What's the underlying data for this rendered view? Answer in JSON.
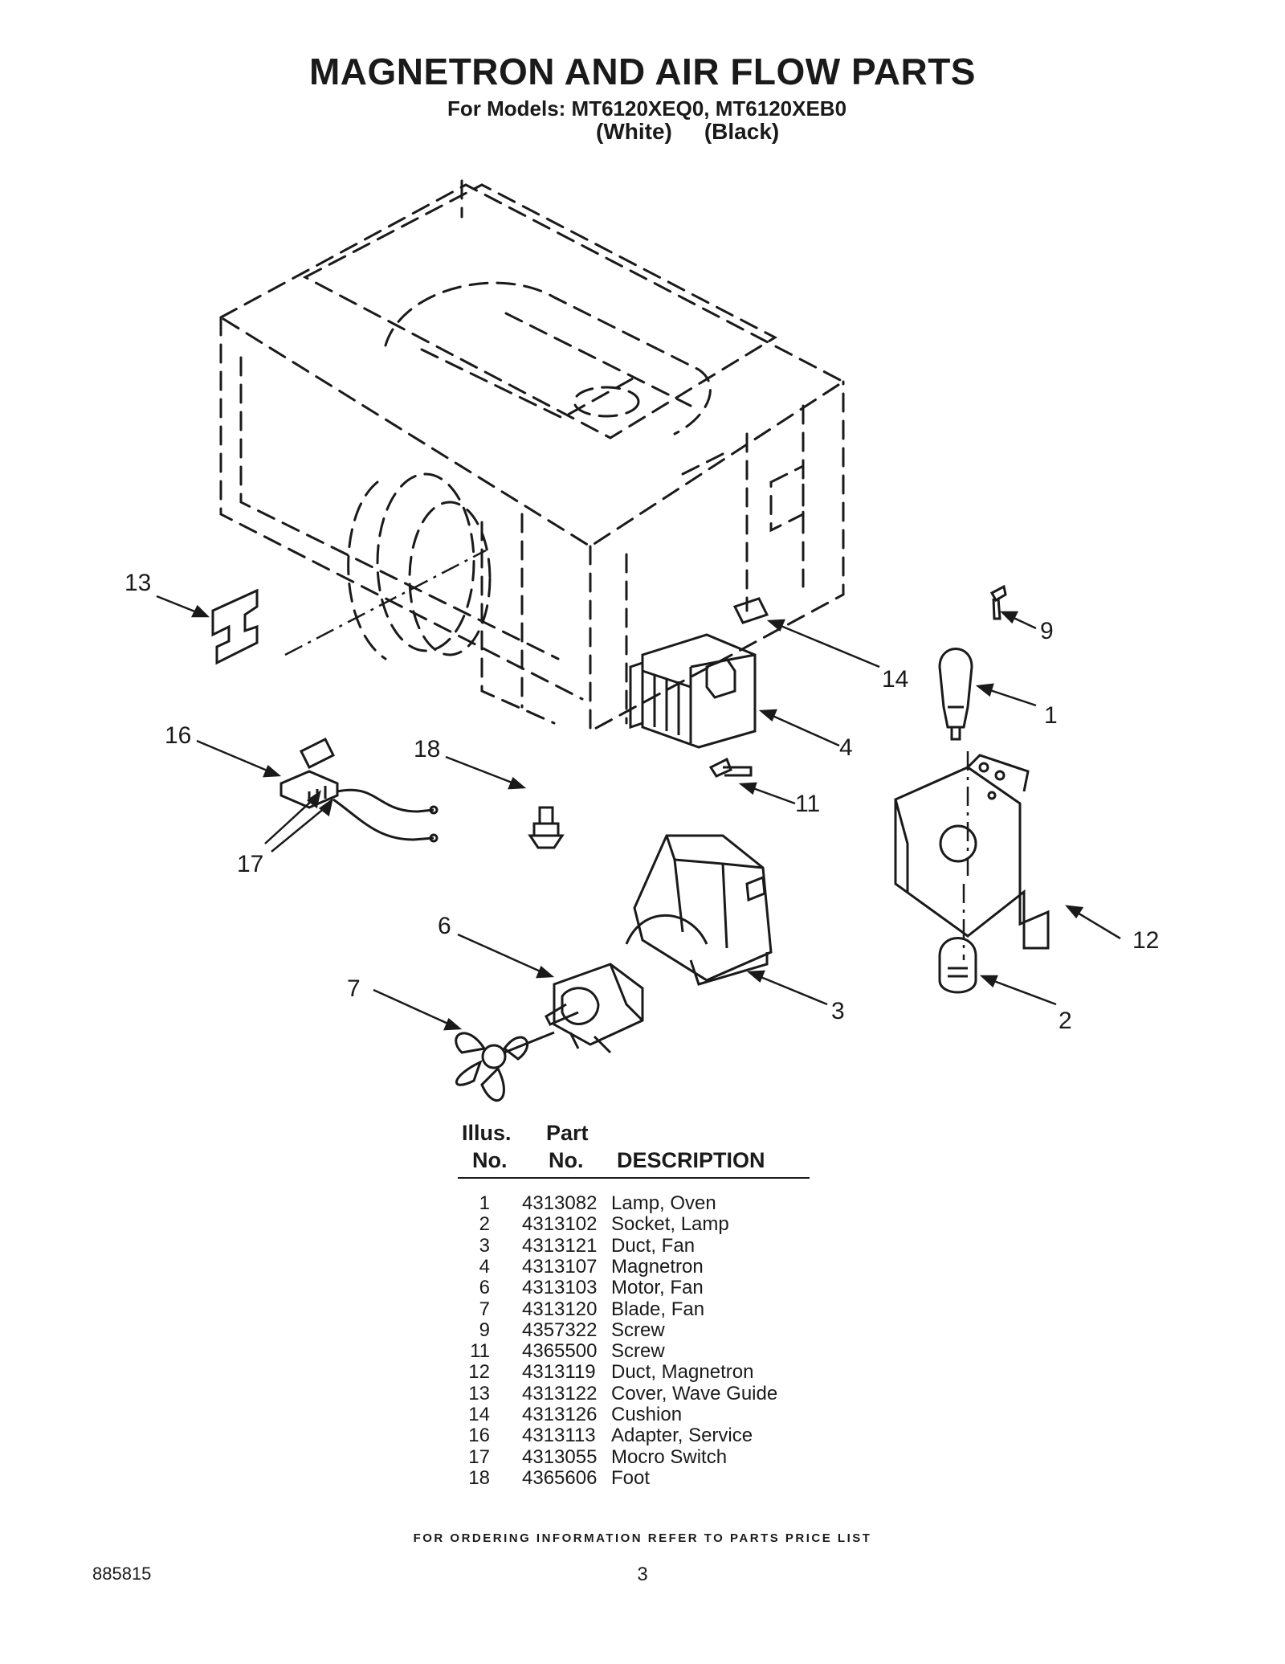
{
  "header": {
    "title": "MAGNETRON AND AIR FLOW PARTS",
    "models_line": "For Models: MT6120XEQ0, MT6120XEB0",
    "color_white": "(White)",
    "color_black": "(Black)"
  },
  "diagram": {
    "callouts": [
      "13",
      "9",
      "14",
      "1",
      "16",
      "18",
      "4",
      "11",
      "17",
      "12",
      "6",
      "3",
      "2",
      "7"
    ]
  },
  "parts_table": {
    "headers": {
      "illus_top": "Illus.",
      "illus_bottom": "No.",
      "part_top": "Part",
      "part_bottom": "No.",
      "description": "DESCRIPTION"
    },
    "rows": [
      {
        "illus": "1",
        "part": "4313082",
        "description": "Lamp, Oven"
      },
      {
        "illus": "2",
        "part": "4313102",
        "description": "Socket, Lamp"
      },
      {
        "illus": "3",
        "part": "4313121",
        "description": "Duct, Fan"
      },
      {
        "illus": "4",
        "part": "4313107",
        "description": "Magnetron"
      },
      {
        "illus": "6",
        "part": "4313103",
        "description": "Motor, Fan"
      },
      {
        "illus": "7",
        "part": "4313120",
        "description": "Blade, Fan"
      },
      {
        "illus": "9",
        "part": "4357322",
        "description": "Screw"
      },
      {
        "illus": "11",
        "part": "4365500",
        "description": "Screw"
      },
      {
        "illus": "12",
        "part": "4313119",
        "description": "Duct, Magnetron"
      },
      {
        "illus": "13",
        "part": "4313122",
        "description": "Cover, Wave Guide"
      },
      {
        "illus": "14",
        "part": "4313126",
        "description": "Cushion"
      },
      {
        "illus": "16",
        "part": "4313113",
        "description": "Adapter, Service"
      },
      {
        "illus": "17",
        "part": "4313055",
        "description": "Mocro Switch"
      },
      {
        "illus": "18",
        "part": "4365606",
        "description": "Foot"
      }
    ]
  },
  "footer": {
    "ordering_note": "FOR ORDERING INFORMATION REFER TO PARTS PRICE LIST",
    "document_number": "885815",
    "page_number": "3"
  }
}
